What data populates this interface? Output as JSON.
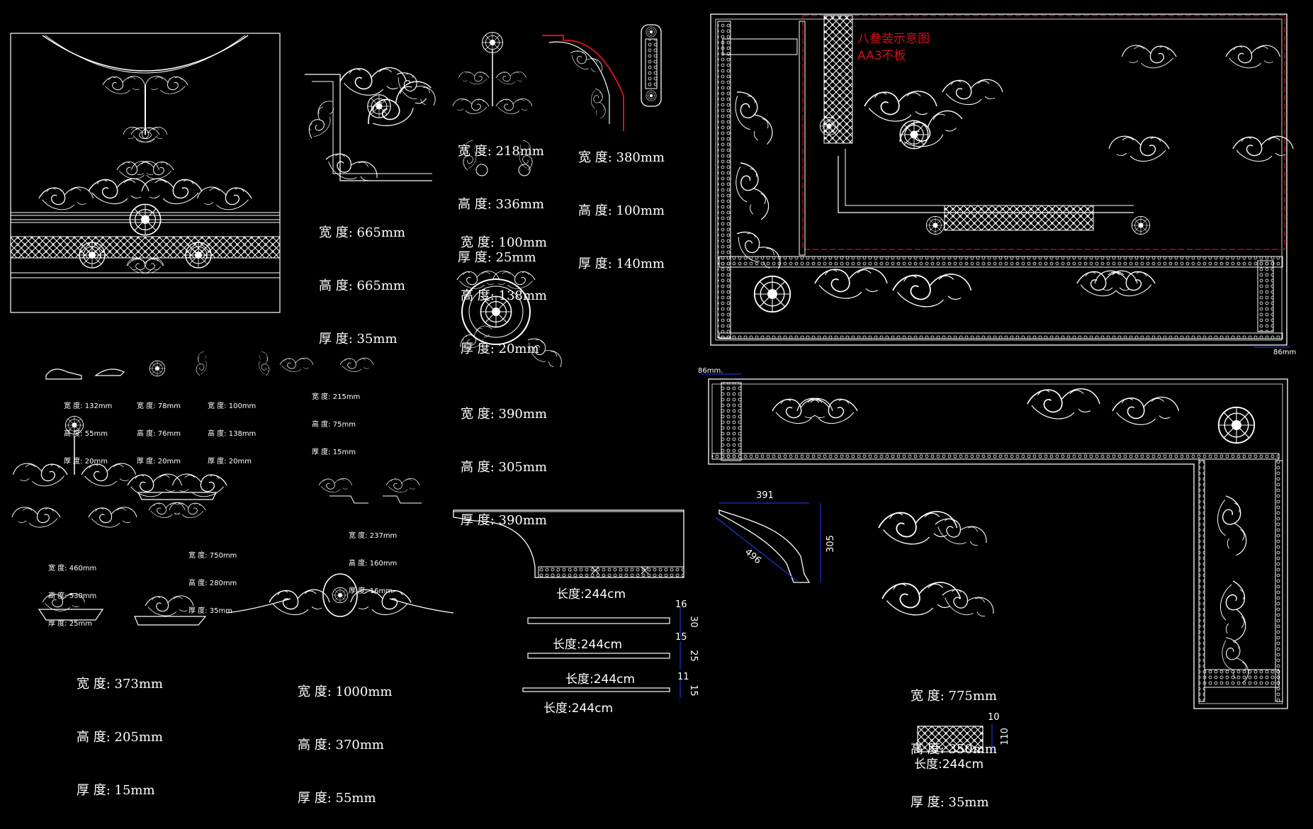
{
  "colors": {
    "background": "#000000",
    "line": "#ffffff",
    "accent_red": "#d0101e",
    "dim_blue": "#2a3cff"
  },
  "specs": {
    "s665": [
      "宽 度: 665mm",
      "高 度: 665mm",
      "厚 度: 35mm"
    ],
    "s218": [
      "宽 度: 218mm",
      "高 度: 336mm",
      "厚 度: 25mm"
    ],
    "s380": [
      "宽 度: 380mm",
      "高 度: 100mm",
      "厚 度: 140mm"
    ],
    "s100": [
      "宽 度: 100mm",
      "高 度: 138mm",
      "厚 度: 20mm"
    ],
    "s390": [
      "宽 度: 390mm",
      "高 度: 305mm",
      "厚 度: 390mm"
    ],
    "t132": [
      "宽 度: 132mm",
      "高 度: 55mm",
      "厚 度: 20mm"
    ],
    "t78": [
      "宽 度: 78mm",
      "高 度: 76mm",
      "厚 度: 20mm"
    ],
    "t100": [
      "宽 度: 100mm",
      "高 度: 138mm",
      "厚 度: 20mm"
    ],
    "t215": [
      "宽 度: 215mm",
      "高 度: 75mm",
      "厚 度: 15mm"
    ],
    "t460": [
      "宽 度: 460mm",
      "高 度: 530mm",
      "厚 度: 25mm"
    ],
    "t750": [
      "宽 度: 750mm",
      "高 度: 280mm",
      "厚 度: 35mm"
    ],
    "t237": [
      "宽 度: 237mm",
      "高 度: 160mm",
      "厚 度: 16mm"
    ],
    "s373": [
      "宽 度: 373mm",
      "高 度: 205mm",
      "厚 度: 15mm"
    ],
    "s1000": [
      "宽 度: 1000mm",
      "高 度: 370mm",
      "厚 度: 55mm"
    ],
    "s775": [
      "宽 度: 775mm",
      "高 度: 350mm",
      "厚 度: 35mm"
    ]
  },
  "lengths": {
    "crown": "长度:244cm",
    "bar1": "长度:244cm",
    "bar2": "长度:244cm",
    "bar3": "长度:244cm",
    "lattice": "长度:244cm"
  },
  "dims": {
    "bar1_w": "16",
    "bar1_h": "30",
    "bar2_w": "15",
    "bar2_h": "25",
    "bar3_w": "11",
    "bar3_h": "15",
    "cornice_w": "391",
    "cornice_diag": "496",
    "cornice_h": "305",
    "frame_86a": "86mm",
    "frame_86b": "86mm.",
    "lattice_w": "10",
    "lattice_h": "110"
  },
  "red_labels": {
    "line1": "八叁装示意图",
    "line2": "AA3不板"
  }
}
